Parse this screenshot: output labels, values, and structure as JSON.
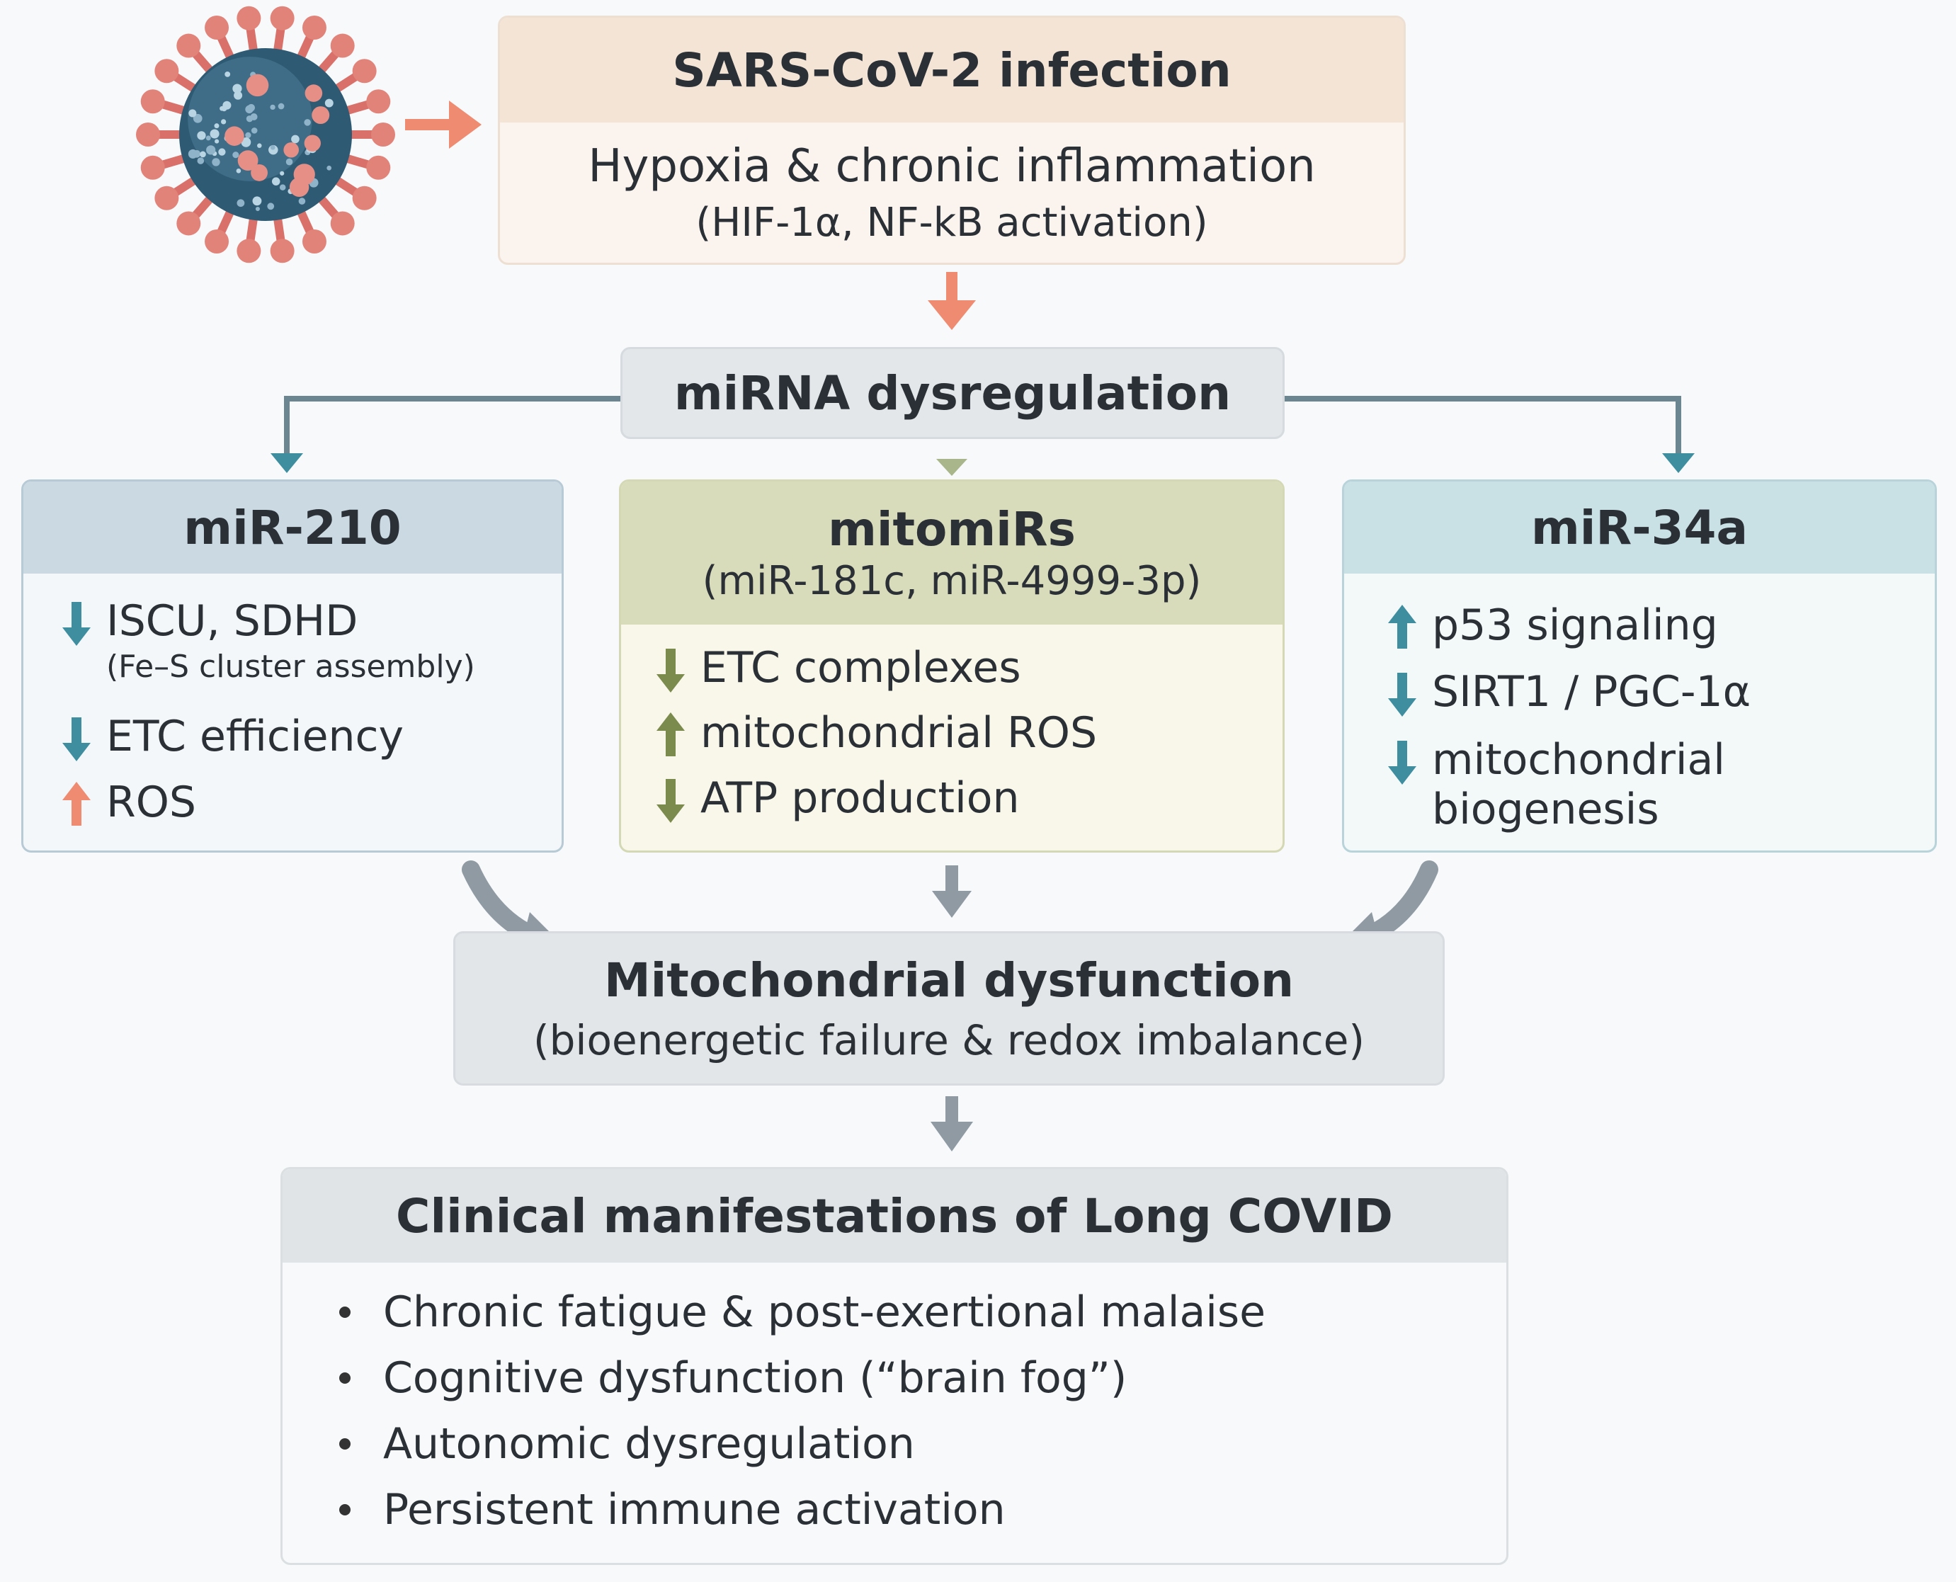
{
  "colors": {
    "teal": "#3f8ea0",
    "coral": "#ee8b70",
    "olive": "#7b8b4e",
    "gray": "#8f9aa3",
    "virus": "#2e5a73"
  },
  "top": {
    "title": "SARS-CoV-2 infection",
    "line1": "Hypoxia & chronic inflammation",
    "line2": "(HIF-1α, NF-kB activation)"
  },
  "mirna": {
    "title": "miRNA dysregulation"
  },
  "mir210": {
    "title": "miR-210",
    "items": [
      {
        "dir": "down",
        "color": "teal",
        "text": "ISCU, SDHD",
        "sub": "(Fe–S cluster assembly)"
      },
      {
        "dir": "down",
        "color": "teal",
        "text": "ETC efficiency"
      },
      {
        "dir": "up",
        "color": "coral",
        "text": "ROS"
      }
    ]
  },
  "mitomirs": {
    "title": "mitomiRs",
    "subtitle": "(miR-181c, miR-4999-3p)",
    "items": [
      {
        "dir": "down",
        "color": "olive",
        "text": "ETC complexes"
      },
      {
        "dir": "up",
        "color": "olive",
        "text": "mitochondrial ROS"
      },
      {
        "dir": "down",
        "color": "olive",
        "text": "ATP production"
      }
    ]
  },
  "mir34a": {
    "title": "miR-34a",
    "items": [
      {
        "dir": "up",
        "color": "teal",
        "text": "p53 signaling"
      },
      {
        "dir": "down",
        "color": "teal",
        "text": "SIRT1 / PGC-1α"
      },
      {
        "dir": "down",
        "color": "teal",
        "text": "mitochondrial",
        "text2": "biogenesis"
      }
    ]
  },
  "mito_dysfunction": {
    "title": "Mitochondrial dysfunction",
    "subtitle": "(bioenergetic failure & redox imbalance)"
  },
  "clinical": {
    "title": "Clinical manifestations of Long COVID",
    "items": [
      "Chronic fatigue & post-exertional malaise",
      "Cognitive dysfunction (“brain fog”)",
      "Autonomic dysregulation",
      "Persistent immune activation"
    ]
  }
}
